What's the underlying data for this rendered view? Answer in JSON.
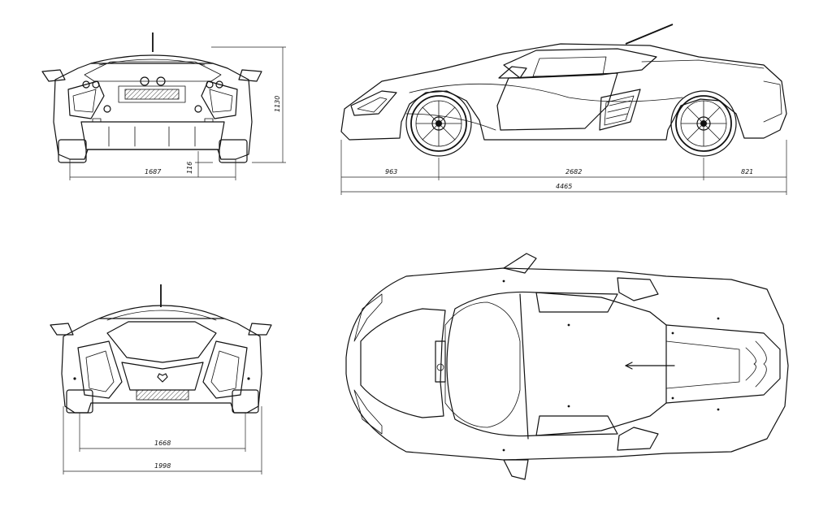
{
  "dimensions": {
    "height": "1130",
    "rear_track": "1687",
    "ground_clearance": "116",
    "front_overhang": "963",
    "wheelbase": "2682",
    "rear_overhang": "821",
    "overall_length": "4465",
    "front_track": "1668",
    "overall_width": "1998"
  }
}
